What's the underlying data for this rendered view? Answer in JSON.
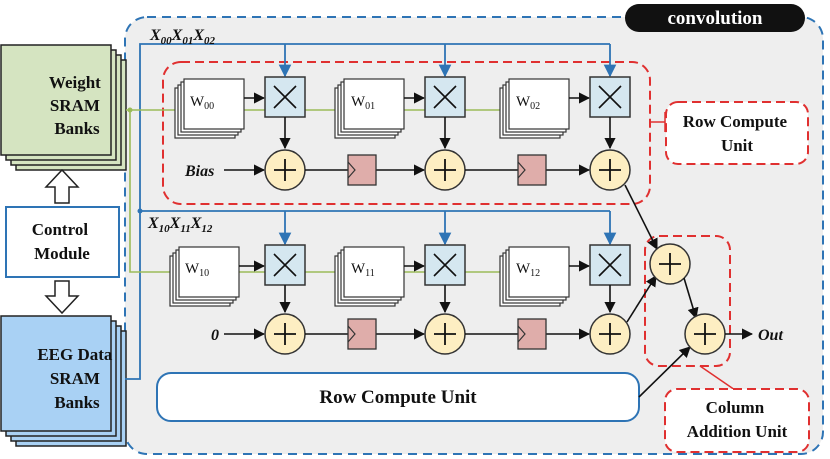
{
  "badge": {
    "label": "convolution"
  },
  "inputs": {
    "row0": [
      "X",
      "00",
      "X",
      "01",
      "X",
      "02"
    ],
    "row1": [
      "X",
      "10",
      "X",
      "11",
      "X",
      "12"
    ]
  },
  "left_blocks": {
    "weight": [
      "Weight",
      "SRAM",
      "Banks"
    ],
    "control": [
      "Control",
      "Module"
    ],
    "eeg": [
      "EEG Data",
      "SRAM",
      "Banks"
    ]
  },
  "weights": {
    "row0": [
      [
        "W",
        "00"
      ],
      [
        "W",
        "01"
      ],
      [
        "W",
        "02"
      ]
    ],
    "row1": [
      [
        "W",
        "10"
      ],
      [
        "W",
        "11"
      ],
      [
        "W",
        "12"
      ]
    ]
  },
  "row_inputs": {
    "row0": "Bias",
    "row1": "0"
  },
  "labels": {
    "row_compute_unit_callout": [
      "Row Compute",
      "Unit"
    ],
    "row_compute_unit_bar": "Row Compute Unit",
    "column_addition_unit": [
      "Column",
      "Addition Unit"
    ],
    "out": "Out"
  },
  "colors": {
    "weight_sram": "#d5e4c1",
    "eeg_sram": "#a9d1f4",
    "multiplier": "#d5e7f0",
    "adder": "#fdeec2",
    "register": "#dfadaa",
    "dashed_blue": "#2e74b5",
    "dashed_red": "#e03030",
    "wire_blue": "#2e74b5",
    "wire_green": "#9bbb59",
    "panel_bg": "#eeeeee"
  }
}
